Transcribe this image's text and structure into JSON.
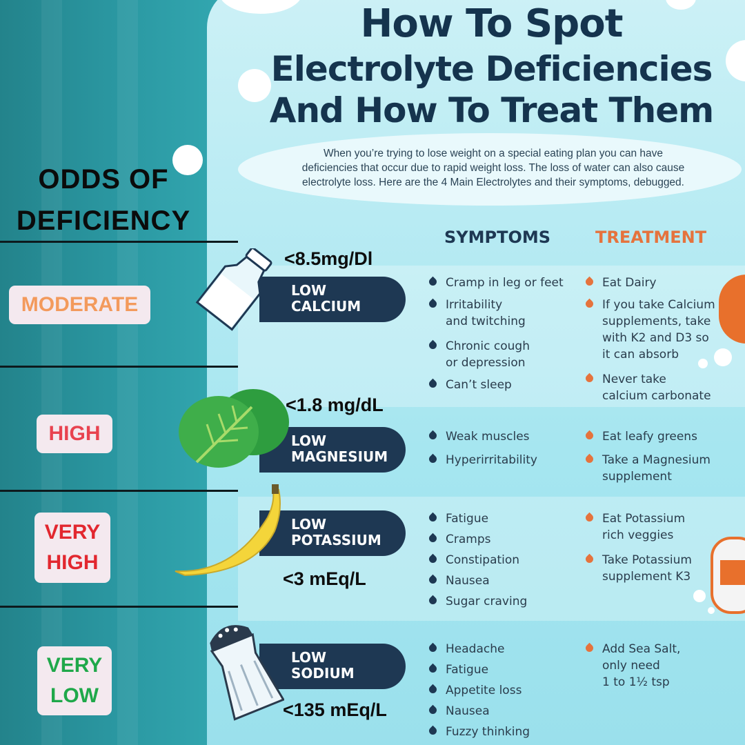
{
  "title": {
    "line1": "How To Spot",
    "line2": "Electrolyte Deficiencies",
    "line3": "And How To Treat Them"
  },
  "intro": {
    "line1": "When you’re trying to lose weight on a special eating plan you can have",
    "line2": "deficiencies that occur due to rapid weight loss. The loss of water can also cause",
    "line3": "electrolyte loss. Here are the 4 Main Electrolytes and their symptoms, debugged."
  },
  "odds": {
    "line1": "ODDS OF",
    "line2": "DEFICIENCY"
  },
  "columns": {
    "symptoms": "SYMPTOMS",
    "treatment": "TREATMENT"
  },
  "colors": {
    "navy": "#1e3853",
    "orange": "#e5733d",
    "moderate": "#f39a5c",
    "high": "#e8424f",
    "very_high": "#e2272f",
    "very_low": "#1fa84a"
  },
  "electrolytes": [
    {
      "icon": "milk-bottle-icon",
      "odds": [
        "MODERATE"
      ],
      "low": "LOW",
      "name": "CALCIUM",
      "level": "<8.5mg/Dl",
      "symptoms": [
        [
          "Cramp in leg or feet"
        ],
        [
          "Irritability",
          "and twitching"
        ],
        [
          "Chronic cough",
          "or depression"
        ],
        [
          "Can’t sleep"
        ]
      ],
      "treatment": [
        [
          "Eat Dairy"
        ],
        [
          "If you take Calcium",
          "supplements, take",
          "with K2 and D3 so",
          "it can absorb"
        ],
        [
          "Never take",
          "calcium carbonate"
        ]
      ]
    },
    {
      "icon": "leafy-greens-icon",
      "odds": [
        "HIGH"
      ],
      "low": "LOW",
      "name": "MAGNESIUM",
      "level": "<1.8 mg/dL",
      "symptoms": [
        [
          "Weak muscles"
        ],
        [
          "Hyperirritability"
        ]
      ],
      "treatment": [
        [
          "Eat leafy greens"
        ],
        [
          "Take a Magnesium",
          "supplement"
        ]
      ]
    },
    {
      "icon": "banana-icon",
      "odds": [
        "VERY",
        "HIGH"
      ],
      "low": "LOW",
      "name": "POTASSIUM",
      "level": "<3 mEq/L",
      "symptoms": [
        [
          "Fatigue"
        ],
        [
          "Cramps"
        ],
        [
          "Constipation"
        ],
        [
          "Nausea"
        ],
        [
          "Sugar craving"
        ]
      ],
      "treatment": [
        [
          "Eat Potassium",
          "rich veggies"
        ],
        [
          "Take Potassium",
          "supplement K3"
        ]
      ]
    },
    {
      "icon": "salt-shaker-icon",
      "odds": [
        "VERY",
        "LOW"
      ],
      "low": "LOW",
      "name": "SODIUM",
      "level": "<135 mEq/L",
      "symptoms": [
        [
          "Headache"
        ],
        [
          "Fatigue"
        ],
        [
          "Appetite loss"
        ],
        [
          "Nausea"
        ],
        [
          "Fuzzy thinking"
        ]
      ],
      "treatment": [
        [
          "Add Sea Salt,",
          "only need",
          "1 to 1½ tsp"
        ]
      ]
    }
  ]
}
